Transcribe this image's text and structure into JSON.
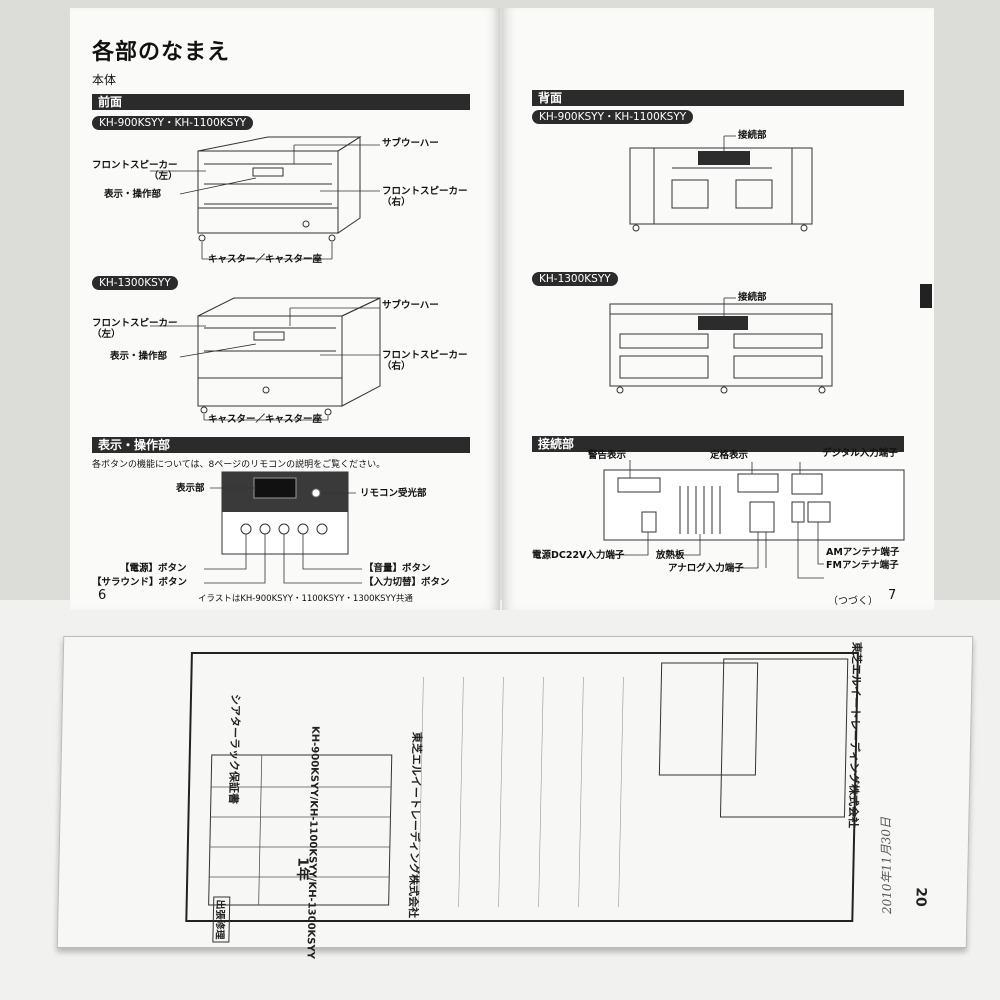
{
  "left_page": {
    "title": "各部のなまえ",
    "subtitle": "本体",
    "front_section": "前面",
    "model_a": "KH-900KSYY・KH-1100KSYY",
    "model_b": "KH-1300KSYY",
    "subwoofer": "サブウーハー",
    "front_speaker_left": "フロントスピーカー\n（左）",
    "front_speaker_right": "フロントスピーカー\n（右）",
    "display_operation": "表示・操作部",
    "caster": "キャスター／キャスター座",
    "panel_section": "表示・操作部",
    "panel_note": "各ボタンの機能については、8ページのリモコンの説明をご覧ください。",
    "display_label": "表示部",
    "remote_receiver": "リモコン受光部",
    "power_button": "【電源】ボタン",
    "surround_button": "【サラウンド】ボタン",
    "volume_button": "【音量】ボタン",
    "input_button": "【入力切替】ボタン",
    "illustration_note": "イラストはKH-900KSYY・1100KSYY・1300KSYY共通",
    "page_number": "6"
  },
  "right_page": {
    "back_section": "背面",
    "model_a": "KH-900KSYY・KH-1100KSYY",
    "model_b": "KH-1300KSYY",
    "connection_label": "接続部",
    "connection_section": "接続部",
    "warning_label": "警告表示",
    "rating_label": "定格表示",
    "digital_input": "デジタル入力端子",
    "dc_input": "電源DC22V入力端子",
    "heat_sink": "放熱板",
    "analog_input": "アナログ入力端子",
    "am_antenna": "AMアンテナ端子",
    "fm_antenna": "FMアンテナ端子",
    "continued": "（つづく）",
    "page_number": "7"
  },
  "warranty_booklet": {
    "title": "シアターラック保証書",
    "models": "KH-900KSYY/KH-1100KSYY/KH-1300KSYY",
    "company": "東芝エルイートレーディング株式会社",
    "period": "1年",
    "stamp": "出張修理",
    "handwritten_date": "2010年11月30日",
    "page_number": "20"
  }
}
